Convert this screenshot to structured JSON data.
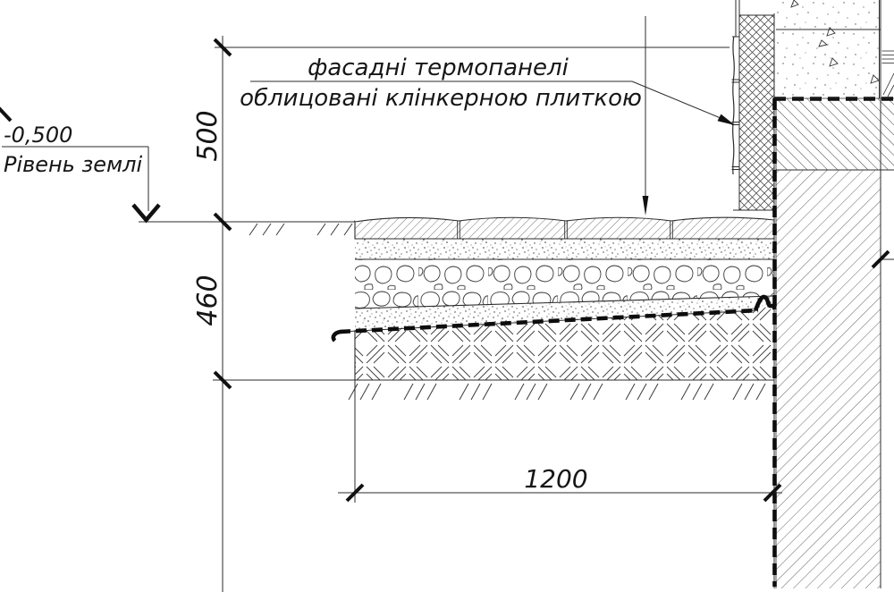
{
  "annotation": {
    "line1": "фасадні термопанелі",
    "line2": "облицовані клінкерною плиткою"
  },
  "ground_level": {
    "value": "-0,500",
    "label": "Рівень землі"
  },
  "dimensions": {
    "v_top": "500",
    "v_bottom": "460",
    "h_bottom": "1200"
  },
  "colors": {
    "background": "#ffffff",
    "line": "#2b2b2b",
    "text": "#161616",
    "membrane": "#0d0d0d"
  },
  "legend": {
    "insulation": "facade thermal panel (cross-hatch)",
    "tile": "clinker tile facing",
    "concrete": "concrete slab (stipple with triangles)",
    "wall": "foundation masonry wall (diagonal dashed hatch)",
    "membrane": "waterproofing membrane (thick dashed line)",
    "paving": "paving slabs",
    "sand": "sand bedding (stipple)",
    "stones": "crushed stone base",
    "backfill": "compacted backfill (basket-weave hatch)"
  }
}
